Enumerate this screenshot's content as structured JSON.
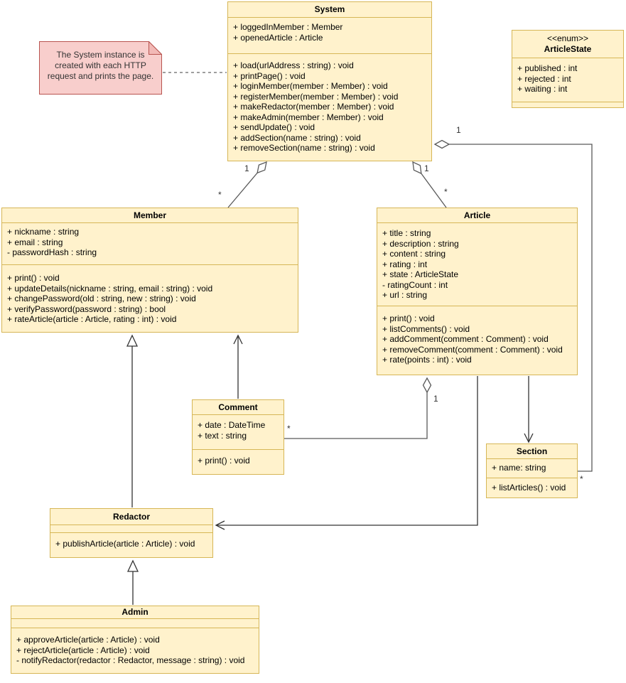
{
  "note": {
    "text": "The System instance is created with each HTTP request and prints the page."
  },
  "classes": {
    "system": {
      "title": "System",
      "attributes": [
        "+ loggedInMember : Member",
        "+ openedArticle : Article"
      ],
      "methods": [
        "+ load(urlAddress : string) : void",
        "+ printPage() : void",
        "+ loginMember(member : Member) : void",
        "+ registerMember(member : Member) : void",
        "+ makeRedactor(member : Member) : void",
        "+ makeAdmin(member : Member) : void",
        "+ sendUpdate() : void",
        "+ addSection(name : string) : void",
        "+ removeSection(name : string) : void"
      ]
    },
    "articlestate": {
      "stereotype": "<<enum>>",
      "title": "ArticleState",
      "attributes": [
        "+ published : int",
        "+ rejected : int",
        "+ waiting : int"
      ],
      "methods": []
    },
    "member": {
      "title": "Member",
      "attributes": [
        "+ nickname : string",
        "+ email : string",
        "- passwordHash : string"
      ],
      "methods": [
        "+ print() : void",
        "+ updateDetails(nickname : string, email : string) : void",
        "+ changePassword(old : string, new : string) : void",
        "+ verifyPassword(password : string) : bool",
        "+ rateArticle(article : Article, rating : int) : void"
      ]
    },
    "article": {
      "title": "Article",
      "attributes": [
        "+ title : string",
        "+ description : string",
        "+ content : string",
        "+ rating : int",
        "+ state : ArticleState",
        "- ratingCount : int",
        "+ url : string"
      ],
      "methods": [
        "+ print() : void",
        "+ listComments() : void",
        "+ addComment(comment : Comment) : void",
        "+ removeComment(comment : Comment) : void",
        "+ rate(points : int) : void"
      ]
    },
    "comment": {
      "title": "Comment",
      "attributes": [
        "+ date : DateTime",
        "+ text : string"
      ],
      "methods": [
        "+ print() : void"
      ]
    },
    "section": {
      "title": "Section",
      "attributes": [
        "+ name: string"
      ],
      "methods": [
        "+ listArticles() : void"
      ]
    },
    "redactor": {
      "title": "Redactor",
      "attributes": [],
      "methods": [
        "+ publishArticle(article : Article) : void"
      ]
    },
    "admin": {
      "title": "Admin",
      "attributes": [],
      "methods": [
        "+ approveArticle(article : Article) : void",
        "+ rejectArticle(article : Article) : void",
        "- notifyRedactor(redactor : Redactor, message : string) : void"
      ]
    }
  },
  "relationships": [
    {
      "from": "Member",
      "to": "System",
      "type": "aggregation",
      "from_mult": "*",
      "to_mult": "1"
    },
    {
      "from": "Article",
      "to": "System",
      "type": "aggregation",
      "from_mult": "*",
      "to_mult": "1"
    },
    {
      "from": "Section",
      "to": "System",
      "type": "aggregation",
      "from_mult": "*",
      "to_mult": "1"
    },
    {
      "from": "Comment",
      "to": "Article",
      "type": "aggregation",
      "from_mult": "*",
      "to_mult": "1"
    },
    {
      "from": "Comment",
      "to": "Member",
      "type": "directed-association"
    },
    {
      "from": "Article",
      "to": "Section",
      "type": "directed-association"
    },
    {
      "from": "Article",
      "to": "Redactor",
      "type": "directed-association"
    },
    {
      "from": "Redactor",
      "to": "Member",
      "type": "generalization"
    },
    {
      "from": "Admin",
      "to": "Redactor",
      "type": "generalization"
    },
    {
      "from": "note",
      "to": "System",
      "type": "note-link"
    }
  ],
  "edge_labels": [
    {
      "edge": "system-member",
      "near": "system",
      "text": "1"
    },
    {
      "edge": "system-member",
      "near": "member",
      "text": "*"
    },
    {
      "edge": "system-article",
      "near": "system",
      "text": "1"
    },
    {
      "edge": "system-article",
      "near": "article",
      "text": "*"
    },
    {
      "edge": "system-section",
      "near": "system",
      "text": "1"
    },
    {
      "edge": "system-section",
      "near": "section",
      "text": "*"
    },
    {
      "edge": "article-comment",
      "near": "article",
      "text": "1"
    },
    {
      "edge": "article-comment",
      "near": "comment",
      "text": "*"
    }
  ],
  "colors": {
    "class_fill": "#fff2cc",
    "class_border": "#d6b656",
    "note_fill": "#f8cecc",
    "note_border": "#b85450",
    "aggregation_edge": "#595959",
    "arrow_edge": "#333333",
    "canvas_bg": "#ffffff"
  }
}
